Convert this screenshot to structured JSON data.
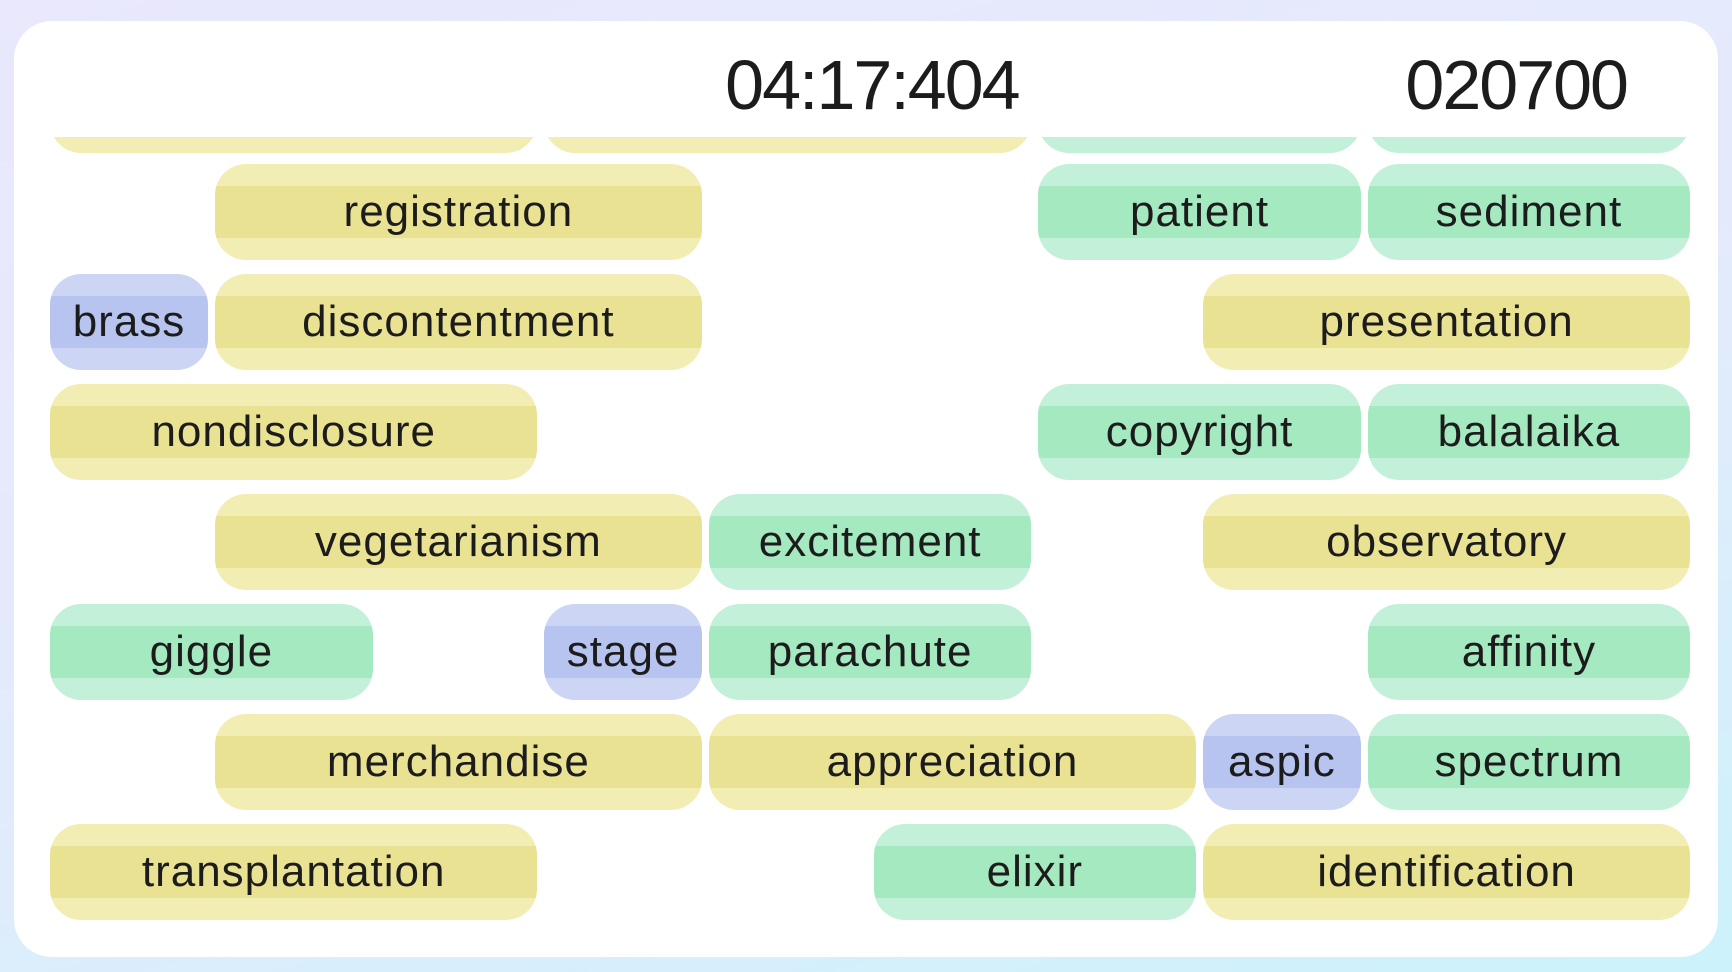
{
  "header": {
    "timer": "04:17:404",
    "score": "020700"
  },
  "palette": {
    "yellow_light": "#f2edb3",
    "yellow_mid": "#e9e293",
    "green_light": "#c3f0d8",
    "green_mid": "#a5e9c1",
    "blue_light": "#ccd5f4",
    "blue_mid": "#b7c4ef",
    "text": "#1c1c1c",
    "card": "#ffffff",
    "bg_top": "#e9e8fd",
    "bg_bottom": "#ccf2fb"
  },
  "board": {
    "rows": [
      {
        "pills": [
          {
            "word": "",
            "color": "yellow",
            "col": 0,
            "span": 3
          },
          {
            "word": "",
            "color": "yellow",
            "col": 3,
            "span": 3
          },
          {
            "word": "",
            "color": "green",
            "col": 6,
            "span": 2
          },
          {
            "word": "",
            "color": "green",
            "col": 8,
            "span": 2
          }
        ]
      },
      {
        "pills": [
          {
            "word": "registration",
            "color": "yellow",
            "col": 1,
            "span": 3
          },
          {
            "word": "patient",
            "color": "green",
            "col": 6,
            "span": 2
          },
          {
            "word": "sediment",
            "color": "green",
            "col": 8,
            "span": 2
          }
        ]
      },
      {
        "pills": [
          {
            "word": "brass",
            "color": "blue",
            "col": 0,
            "span": 1
          },
          {
            "word": "discontentment",
            "color": "yellow",
            "col": 1,
            "span": 3
          },
          {
            "word": "presentation",
            "color": "yellow",
            "col": 7,
            "span": 3
          }
        ]
      },
      {
        "pills": [
          {
            "word": "nondisclosure",
            "color": "yellow",
            "col": 0,
            "span": 3
          },
          {
            "word": "copyright",
            "color": "green",
            "col": 6,
            "span": 2
          },
          {
            "word": "balalaika",
            "color": "green",
            "col": 8,
            "span": 2
          }
        ]
      },
      {
        "pills": [
          {
            "word": "vegetarianism",
            "color": "yellow",
            "col": 1,
            "span": 3
          },
          {
            "word": "excitement",
            "color": "green",
            "col": 4,
            "span": 2
          },
          {
            "word": "observatory",
            "color": "yellow",
            "col": 7,
            "span": 3
          }
        ]
      },
      {
        "pills": [
          {
            "word": "giggle",
            "color": "green",
            "col": 0,
            "span": 2
          },
          {
            "word": "stage",
            "color": "blue",
            "col": 3,
            "span": 1
          },
          {
            "word": "parachute",
            "color": "green",
            "col": 4,
            "span": 2
          },
          {
            "word": "affinity",
            "color": "green",
            "col": 8,
            "span": 2
          }
        ]
      },
      {
        "pills": [
          {
            "word": "merchandise",
            "color": "yellow",
            "col": 1,
            "span": 3
          },
          {
            "word": "appreciation",
            "color": "yellow",
            "col": 4,
            "span": 3
          },
          {
            "word": "aspic",
            "color": "blue",
            "col": 7,
            "span": 1
          },
          {
            "word": "spectrum",
            "color": "green",
            "col": 8,
            "span": 2
          }
        ]
      },
      {
        "pills": [
          {
            "word": "transplantation",
            "color": "yellow",
            "col": 0,
            "span": 3
          },
          {
            "word": "elixir",
            "color": "green",
            "col": 5,
            "span": 2
          },
          {
            "word": "identification",
            "color": "yellow",
            "col": 7,
            "span": 3
          }
        ]
      }
    ]
  }
}
